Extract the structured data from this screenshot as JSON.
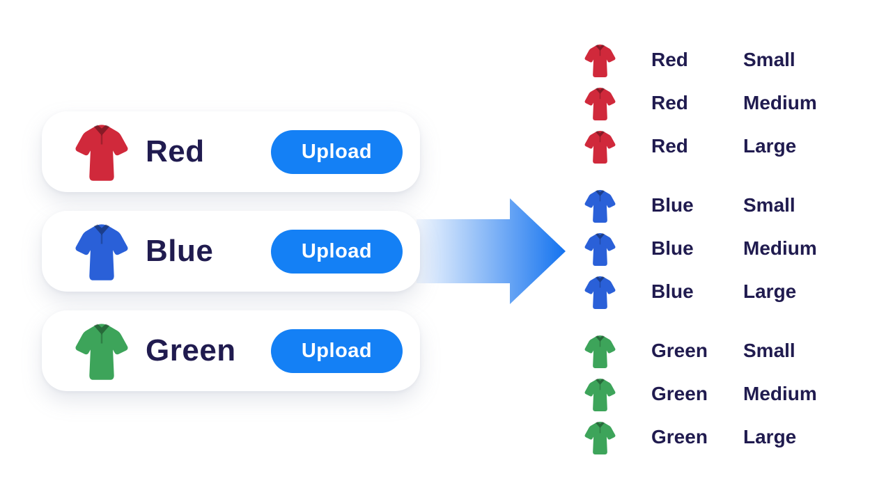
{
  "colors": {
    "red_shirt": "#d0293b",
    "blue_shirt": "#2a60d8",
    "green_shirt": "#3da45a",
    "accent_blue": "#1480f5",
    "text_navy": "#201b4f",
    "arrow_gradient_start": "#f2f7fe",
    "arrow_gradient_end": "#1473ef"
  },
  "upload_panel": {
    "cards": [
      {
        "label": "Red",
        "button_label": "Upload",
        "shirt_icon": "red-polo-shirt"
      },
      {
        "label": "Blue",
        "button_label": "Upload",
        "shirt_icon": "blue-polo-shirt"
      },
      {
        "label": "Green",
        "button_label": "Upload",
        "shirt_icon": "green-polo-shirt"
      }
    ]
  },
  "arrow": {
    "icon": "right-arrow"
  },
  "variants_list": {
    "rows": [
      {
        "color": "Red",
        "size": "Small",
        "shirt_icon": "red-polo-shirt"
      },
      {
        "color": "Red",
        "size": "Medium",
        "shirt_icon": "red-polo-shirt"
      },
      {
        "color": "Red",
        "size": "Large",
        "shirt_icon": "red-polo-shirt"
      },
      {
        "color": "Blue",
        "size": "Small",
        "shirt_icon": "blue-polo-shirt"
      },
      {
        "color": "Blue",
        "size": "Medium",
        "shirt_icon": "blue-polo-shirt"
      },
      {
        "color": "Blue",
        "size": "Large",
        "shirt_icon": "blue-polo-shirt"
      },
      {
        "color": "Green",
        "size": "Small",
        "shirt_icon": "green-polo-shirt"
      },
      {
        "color": "Green",
        "size": "Medium",
        "shirt_icon": "green-polo-shirt"
      },
      {
        "color": "Green",
        "size": "Large",
        "shirt_icon": "green-polo-shirt"
      }
    ]
  }
}
